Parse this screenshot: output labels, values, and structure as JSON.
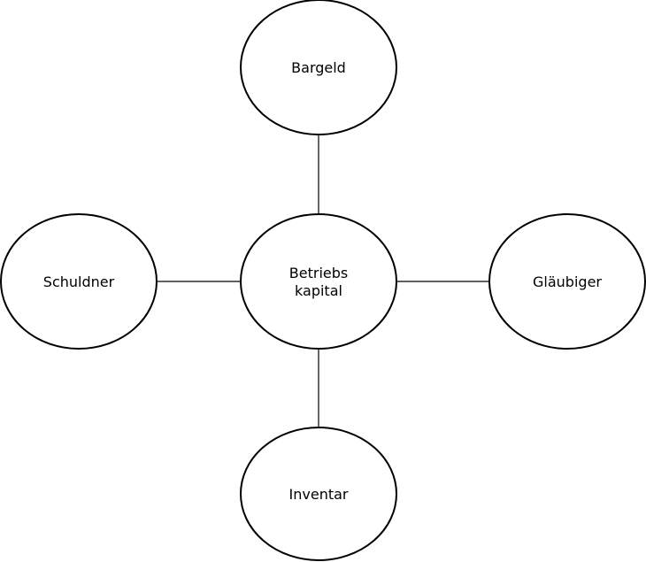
{
  "nodes": [
    {
      "id": "bargeld",
      "lines": [
        "Bargeld"
      ]
    },
    {
      "id": "schuldner",
      "lines": [
        "Schuldner"
      ]
    },
    {
      "id": "betriebskapital",
      "lines": [
        "Betriebs",
        "kapital"
      ]
    },
    {
      "id": "glaeubiger",
      "lines": [
        "Gläubiger"
      ]
    },
    {
      "id": "inventar",
      "lines": [
        "Inventar"
      ]
    }
  ],
  "edges": [
    {
      "from": "betriebskapital",
      "to": "bargeld"
    },
    {
      "from": "betriebskapital",
      "to": "schuldner"
    },
    {
      "from": "betriebskapital",
      "to": "glaeubiger"
    },
    {
      "from": "betriebskapital",
      "to": "inventar"
    }
  ]
}
